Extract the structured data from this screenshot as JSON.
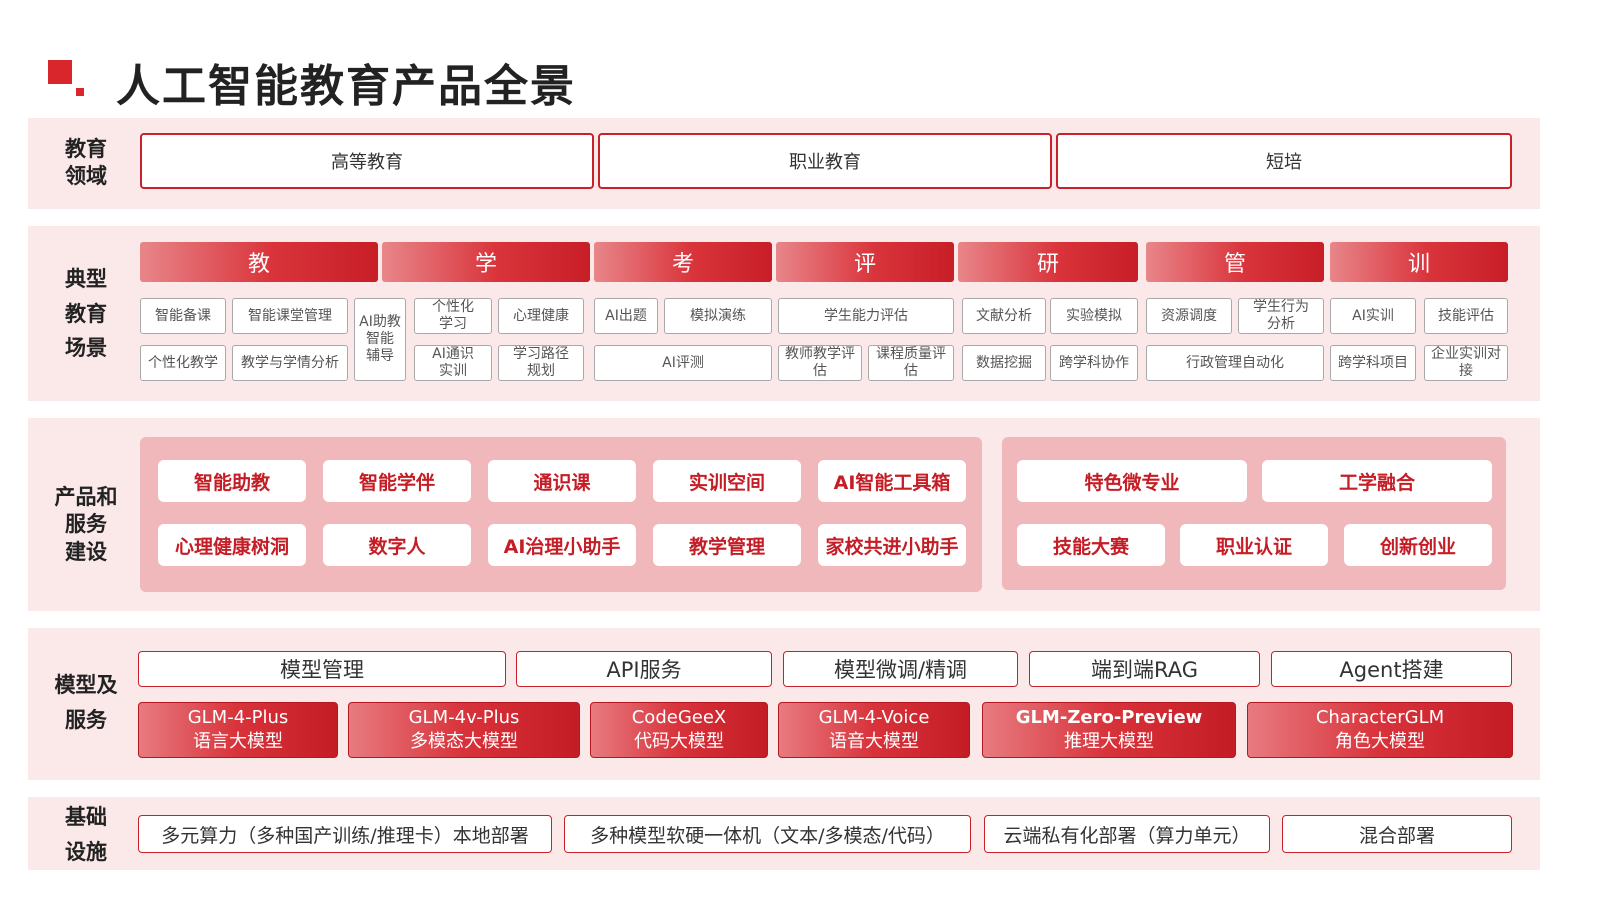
{
  "page": {
    "title": "人工智能教育产品全景"
  },
  "domains": {
    "label": "教育\n领域",
    "items": [
      "高等教育",
      "职业教育",
      "短培"
    ]
  },
  "scenarios": {
    "label": "典型\n教育\n场景",
    "headers": [
      "教",
      "学",
      "考",
      "评",
      "研",
      "管",
      "训"
    ],
    "cells": [
      "智能备课",
      "智能课堂管理",
      "AI助教\n智能\n辅导",
      "个性化\n学习",
      "心理健康",
      "AI出题",
      "模拟演练",
      "学生能力评估",
      "文献分析",
      "实验模拟",
      "资源调度",
      "学生行为\n分析",
      "AI实训",
      "技能评估",
      "个性化教学",
      "教学与学情分析",
      "AI通识\n实训",
      "学习路径\n规划",
      "AI评测",
      "教师教学评\n估",
      "课程质量评\n估",
      "数据挖掘",
      "跨学科协作",
      "行政管理自动化",
      "跨学科项目",
      "企业实训对\n接"
    ]
  },
  "products": {
    "label": "产品和\n服务\n建设",
    "left": [
      "智能助教",
      "智能学伴",
      "通识课",
      "实训空间",
      "AI智能工具箱",
      "心理健康树洞",
      "数字人",
      "AI治理小助手",
      "教学管理",
      "家校共进小助手"
    ],
    "right": [
      "特色微专业",
      "工学融合",
      "技能大赛",
      "职业认证",
      "创新创业"
    ]
  },
  "models": {
    "label": "模型及\n服务",
    "services": [
      "模型管理",
      "API服务",
      "模型微调/精调",
      "端到端RAG",
      "Agent搭建"
    ],
    "items": [
      {
        "name": "GLM-4-Plus",
        "desc": "语言大模型"
      },
      {
        "name": "GLM-4v-Plus",
        "desc": "多模态大模型"
      },
      {
        "name": "CodeGeeX",
        "desc": "代码大模型"
      },
      {
        "name": "GLM-4-Voice",
        "desc": "语音大模型"
      },
      {
        "name": "GLM-Zero-Preview",
        "desc": "推理大模型"
      },
      {
        "name": "CharacterGLM",
        "desc": "角色大模型"
      }
    ]
  },
  "infra": {
    "label": "基础\n设施",
    "items": [
      "多元算力（多种国产训练/推理卡）本地部署",
      "多种模型软硬一体机（文本/多模态/代码）",
      "云端私有化部署（算力单元）",
      "混合部署"
    ]
  },
  "colors": {
    "brand_red": "#d9252c",
    "band_bg": "#fbe9ea",
    "panel_pink": "#f0b8bb"
  }
}
